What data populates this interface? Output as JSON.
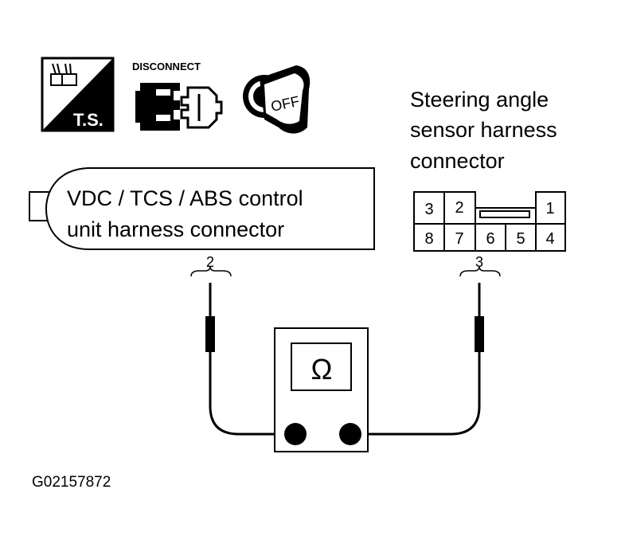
{
  "icons": {
    "ts_label": "T.S.",
    "disconnect_label": "DISCONNECT",
    "ignition_label": "OFF"
  },
  "sensor_connector": {
    "title_line1": "Steering angle",
    "title_line2": "sensor harness",
    "title_line3": "connector",
    "pins_top": [
      "3",
      "2",
      "1"
    ],
    "pins_bottom": [
      "8",
      "7",
      "6",
      "5",
      "4"
    ]
  },
  "control_unit": {
    "line1": "VDC / TCS / ABS control",
    "line2": "unit harness connector"
  },
  "probes": {
    "left_terminal": "2",
    "right_terminal": "3"
  },
  "meter": {
    "symbol": "Ω"
  },
  "figure_id": "G02157872"
}
